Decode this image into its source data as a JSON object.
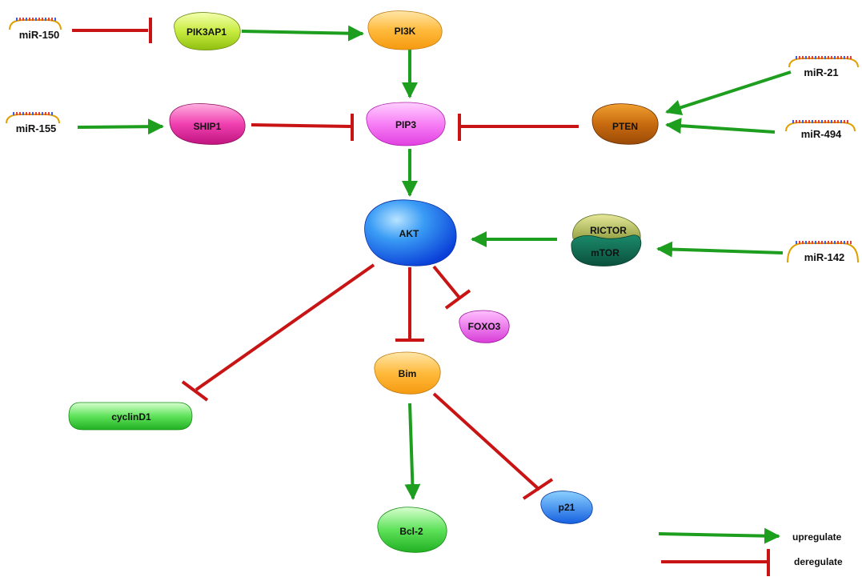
{
  "colors": {
    "upregulate": "#1e9e1e",
    "deregulate": "#c81414",
    "mirna_strand": "#e0a000",
    "mirna_bead_a": "#e04040",
    "mirna_bead_b": "#4060e0"
  },
  "mirnas": {
    "mir150": "miR-150",
    "mir155": "miR-155",
    "mir21": "miR-21",
    "mir494": "miR-494",
    "mir142": "miR-142"
  },
  "nodes": {
    "pik3ap1": "PIK3AP1",
    "pi3k": "PI3K",
    "ship1": "SHIP1",
    "pip3": "PIP3",
    "pten": "PTEN",
    "akt": "AKT",
    "rictor": "RICTOR",
    "mtor": "mTOR",
    "foxo3": "FOXO3",
    "bim": "Bim",
    "cyclind1": "cyclinD1",
    "bcl2": "Bcl-2",
    "p21": "p21"
  },
  "legend": {
    "upregulate": "upregulate",
    "deregulate": "deregulate"
  }
}
